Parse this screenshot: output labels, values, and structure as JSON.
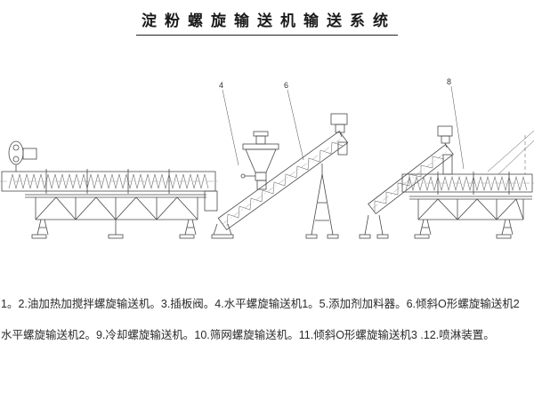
{
  "title": {
    "text": "淀粉螺旋输送机输送系统"
  },
  "drawing": {
    "callouts": [
      {
        "label": "4"
      },
      {
        "label": "6"
      },
      {
        "label": "8"
      }
    ]
  },
  "legend": {
    "line1": "1。2.油加热加搅拌螺旋输送机。3.插板阀。4.水平螺旋输送机1。5.添加剂加料器。6.倾斜O形螺旋输送机2",
    "line2": "水平螺旋输送机2。9.冷却螺旋输送机。10.筛网螺旋输送机。11.倾斜O形螺旋输送机3 .12.喷淋装置。"
  },
  "colors": {
    "line": "#4a4a4a",
    "text": "#1a1a1a",
    "background": "#ffffff"
  }
}
